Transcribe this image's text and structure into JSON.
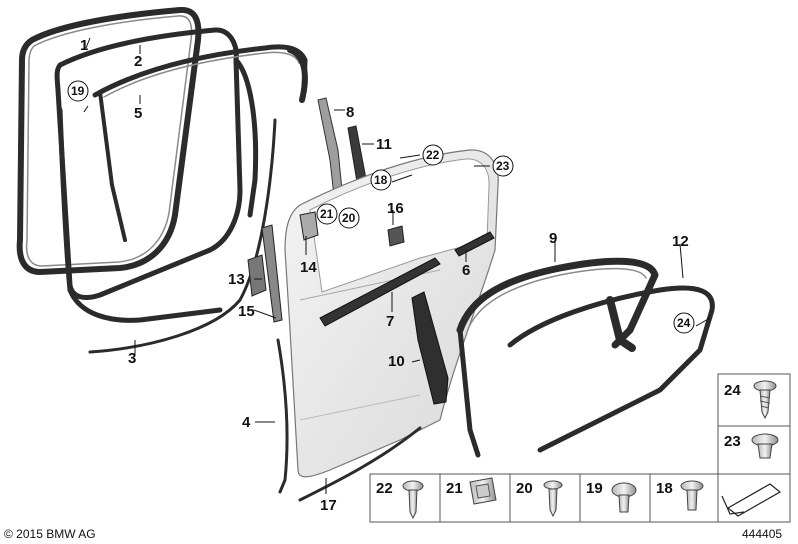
{
  "diagram": {
    "callouts": [
      "1",
      "2",
      "3",
      "4",
      "5",
      "6",
      "7",
      "8",
      "9",
      "10",
      "11",
      "12",
      "13",
      "14",
      "15",
      "16",
      "17"
    ],
    "circled": [
      "19",
      "21",
      "20",
      "22",
      "18",
      "23",
      "24"
    ],
    "fasteners_table": {
      "right_column": [
        "24",
        "23"
      ],
      "bottom_row": [
        "22",
        "21",
        "20",
        "19",
        "18"
      ]
    },
    "copyright": "© 2015 BMW AG",
    "image_number": "444405"
  }
}
